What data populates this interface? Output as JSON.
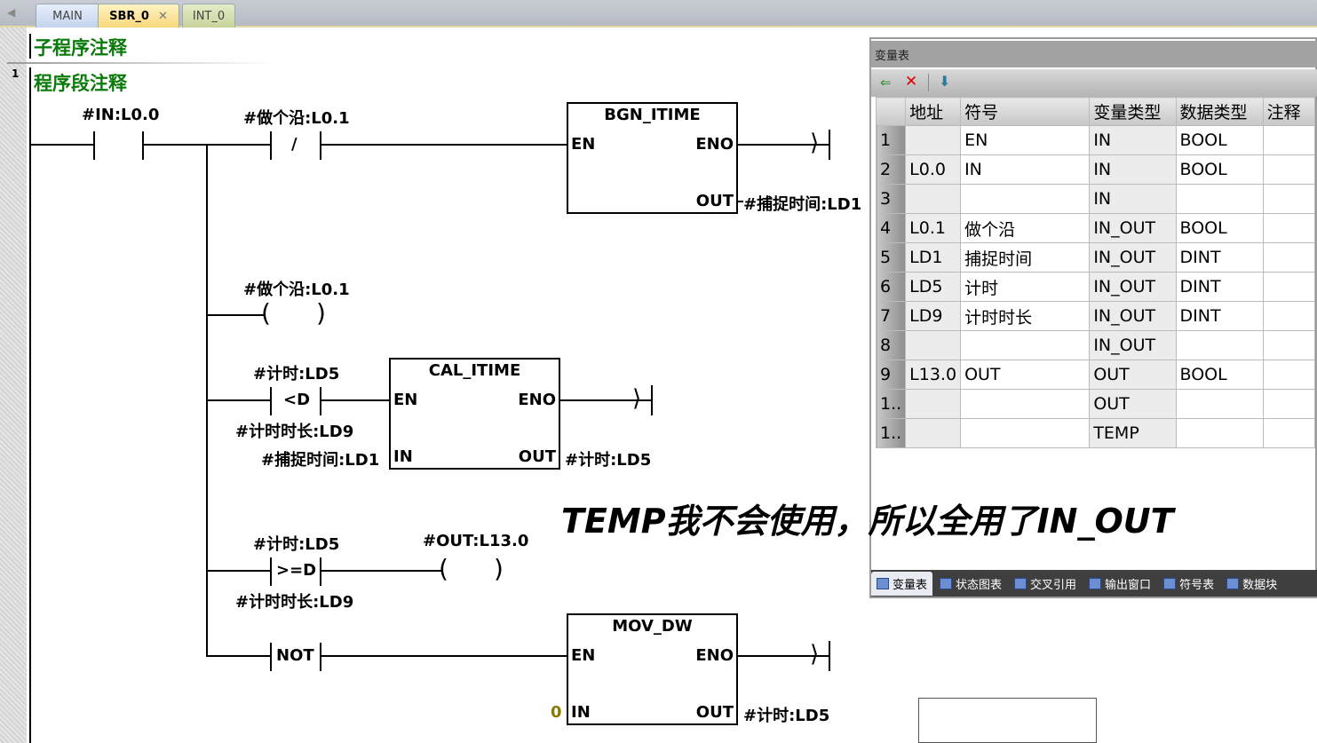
{
  "tabs": [
    "MAIN",
    "SBR_0",
    "INT_0"
  ],
  "subroutine_comment": "子程序注释",
  "network": {
    "number": "1",
    "comment": "程序段注释"
  },
  "rungs": {
    "r1": {
      "contact": "#IN:L0.0",
      "ncontact": "#做个沿:L0.1",
      "box": "BGN_ITIME",
      "en": "EN",
      "eno": "ENO",
      "out": "OUT",
      "out_var": "#捕捉时间:LD1"
    },
    "r2": {
      "coil": "#做个沿:L0.1"
    },
    "r3": {
      "top": "#计时:LD5",
      "op": "<D",
      "bottom": "#计时时长:LD9",
      "box": "CAL_ITIME",
      "en": "EN",
      "eno": "ENO",
      "in": "IN",
      "in_var": "#捕捉时间:LD1",
      "out": "OUT",
      "out_var": "#计时:LD5"
    },
    "r4": {
      "top": "#计时:LD5",
      "op": ">=D",
      "bottom": "#计时时长:LD9",
      "coil": "#OUT:L13.0"
    },
    "r5": {
      "op": "NOT",
      "box": "MOV_DW",
      "en": "EN",
      "eno": "ENO",
      "in": "IN",
      "in_var": "0",
      "out": "OUT",
      "out_var": "#计时:LD5"
    },
    "neg": "/"
  },
  "var_table": {
    "title": "变量表",
    "headers": [
      "",
      "地址",
      "符号",
      "变量类型",
      "数据类型",
      "注释"
    ],
    "rows": [
      [
        "1",
        "",
        "EN",
        "IN",
        "BOOL",
        ""
      ],
      [
        "2",
        "L0.0",
        "IN",
        "IN",
        "BOOL",
        ""
      ],
      [
        "3",
        "",
        "",
        "IN",
        "",
        ""
      ],
      [
        "4",
        "L0.1",
        "做个沿",
        "IN_OUT",
        "BOOL",
        ""
      ],
      [
        "5",
        "LD1",
        "捕捉时间",
        "IN_OUT",
        "DINT",
        ""
      ],
      [
        "6",
        "LD5",
        "计时",
        "IN_OUT",
        "DINT",
        ""
      ],
      [
        "7",
        "LD9",
        "计时时长",
        "IN_OUT",
        "DINT",
        ""
      ],
      [
        "8",
        "",
        "",
        "IN_OUT",
        "",
        ""
      ],
      [
        "9",
        "L13.0",
        "OUT",
        "OUT",
        "BOOL",
        ""
      ],
      [
        "1..",
        "",
        "",
        "OUT",
        "",
        ""
      ],
      [
        "1..",
        "",
        "",
        "TEMP",
        "",
        ""
      ]
    ],
    "bottom_tabs": [
      "变量表",
      "状态图表",
      "交叉引用",
      "输出窗口",
      "符号表",
      "数据块"
    ]
  },
  "annotation": "TEMP我不会使用，所以全用了IN_OUT"
}
